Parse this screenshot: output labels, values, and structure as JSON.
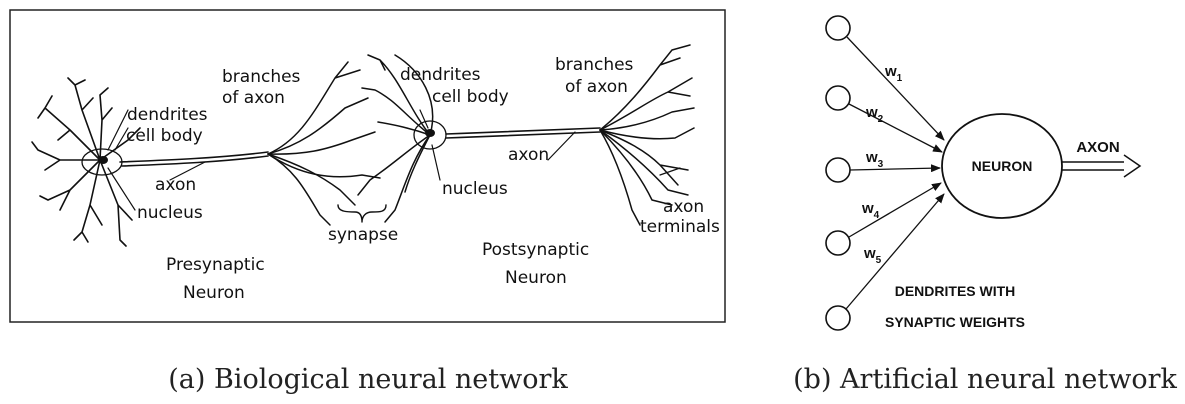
{
  "biological": {
    "labels": {
      "dendrites_left": "dendrites",
      "cell_body_left": "cell body",
      "axon_left": "axon",
      "nucleus_left": "nucleus",
      "branches_of_axon_1": "branches",
      "branches_of_axon_1b": "of axon",
      "dendrites_mid": "dendrites",
      "cell_body_mid": "cell body",
      "synapse": "synapse",
      "nucleus_mid": "nucleus",
      "axon_right": "axon",
      "branches_of_axon_2": "branches",
      "branches_of_axon_2b": "of axon",
      "axon_terminals_1": "axon",
      "axon_terminals_2": "terminals",
      "presynaptic_1": "Presynaptic",
      "presynaptic_2": "Neuron",
      "postsynaptic_1": "Postsynaptic",
      "postsynaptic_2": "Neuron"
    },
    "caption": "(a) Biological neural network"
  },
  "artificial": {
    "neuron_label": "NEURON",
    "axon_label": "AXON",
    "weights": [
      {
        "base": "w",
        "sub": "1"
      },
      {
        "base": "w",
        "sub": "2"
      },
      {
        "base": "w",
        "sub": "3"
      },
      {
        "base": "w",
        "sub": "4"
      },
      {
        "base": "w",
        "sub": "5"
      }
    ],
    "dendrites_label_1": "DENDRITES WITH",
    "dendrites_label_2": "SYNAPTIC WEIGHTS",
    "caption": "(b) Artificial neural network"
  }
}
